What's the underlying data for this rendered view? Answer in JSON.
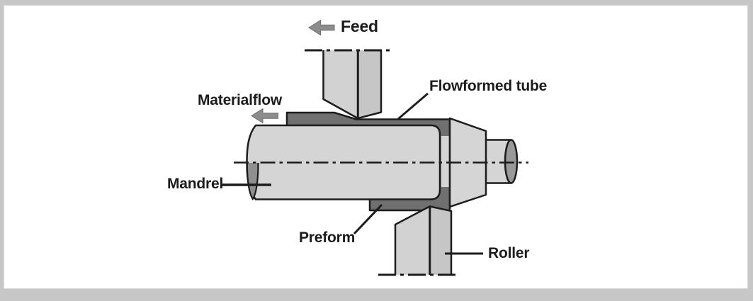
{
  "diagram": {
    "type": "technical-process-diagram",
    "subject": "flowforming (tube spinning) process schematic",
    "labels": {
      "feed": "Feed",
      "materialflow": "Materialflow",
      "flowformed_tube": "Flowformed tube",
      "mandrel": "Mandrel",
      "preform": "Preform",
      "roller": "Roller"
    },
    "arrows": [
      {
        "name": "feed-arrow",
        "direction": "left",
        "color": "#8c8c8c"
      },
      {
        "name": "materialflow-arrow",
        "direction": "left",
        "color": "#8c8c8c"
      }
    ],
    "lines": {
      "mandrel_centerline_style": "dash-dot",
      "roller_axis_style": "dash-dot"
    },
    "colors": {
      "page_background": "#c7c7c7",
      "panel_background": "#ffffff",
      "outline_black": "#1c1c1c",
      "light_part_gray": "#d5d5d5",
      "roller_side_gray": "#c6c6c6",
      "preform_dark_gray": "#707070",
      "end_face_gray": "#8f8f8f",
      "arrow_gray": "#8c8c8c"
    }
  }
}
